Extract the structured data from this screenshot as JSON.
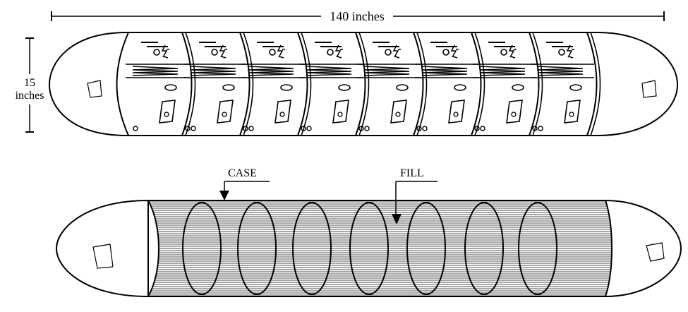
{
  "dimensions": {
    "length_label": "140 inches",
    "height_value": "15",
    "height_unit": "inches"
  },
  "labels": {
    "case": "CASE",
    "fill": "FILL"
  },
  "top_view": {
    "segment_count": 8
  },
  "bottom_view": {
    "ring_count": 7
  }
}
